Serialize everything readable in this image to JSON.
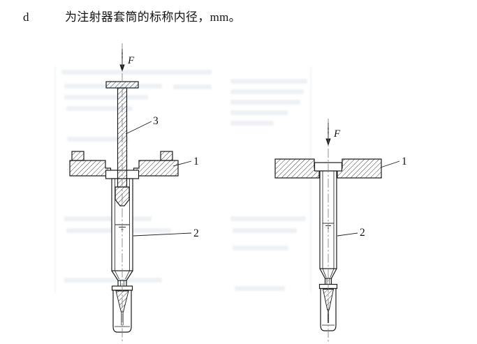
{
  "document": {
    "term": "d",
    "definition": "为注射器套筒的标称内径，mm。"
  },
  "figure_left": {
    "force_label": "F",
    "label_plunger": "3",
    "label_plate": "1",
    "label_barrel": "2"
  },
  "figure_right": {
    "force_label": "F",
    "label_plate": "1",
    "label_barrel": "2"
  }
}
